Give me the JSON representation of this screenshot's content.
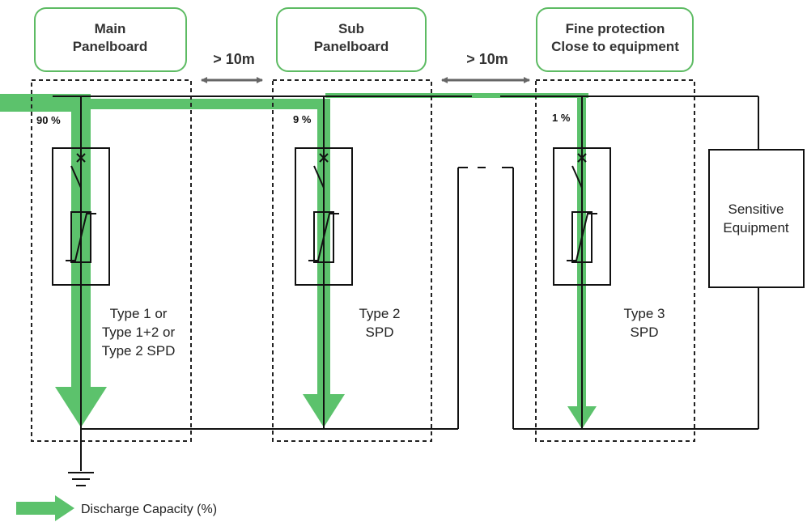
{
  "colors": {
    "discharge_green": "#5CC26C",
    "header_border": "#5DBB63",
    "line": "#111111",
    "text": "#333333",
    "arrow_gray": "#666666"
  },
  "headers": [
    {
      "line1": "Main",
      "line2": "Panelboard"
    },
    {
      "line1": "Sub",
      "line2": "Panelboard"
    },
    {
      "line1": "Fine protection",
      "line2": "Close to equipment"
    }
  ],
  "distances": [
    "> 10m",
    "> 10m"
  ],
  "percentages": [
    "90 %",
    "9 %",
    "1 %"
  ],
  "spd_labels": [
    [
      "Type 1 or",
      "Type 1+2 or",
      "Type 2 SPD"
    ],
    [
      "Type 2",
      "SPD"
    ],
    [
      "Type 3",
      "SPD"
    ]
  ],
  "equipment": {
    "line1": "Sensitive",
    "line2": "Equipment"
  },
  "legend": {
    "label": "Discharge Capacity (%)",
    "icon": "green-arrow-icon"
  },
  "icons": [
    "surge-switch-icon",
    "varistor-icon",
    "ground-icon",
    "double-arrow-icon"
  ]
}
